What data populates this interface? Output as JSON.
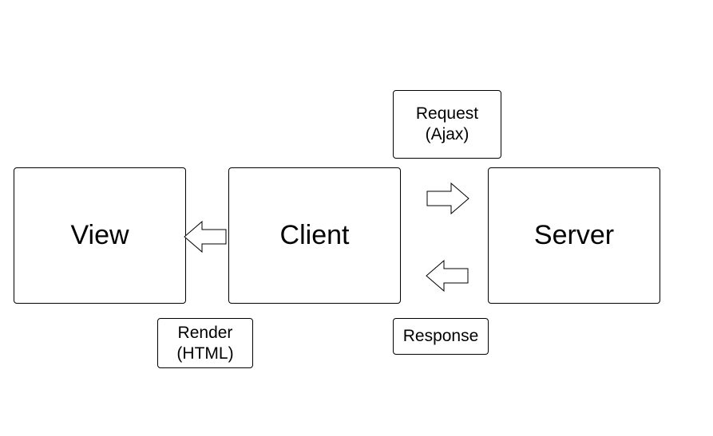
{
  "nodes": {
    "view": "View",
    "client": "Client",
    "server": "Server"
  },
  "labels": {
    "request": "Request\n(Ajax)",
    "render": "Render\n(HTML)",
    "response": "Response"
  },
  "colors": {
    "stroke": "#000000",
    "fill": "#ffffff"
  },
  "icons": {
    "render_arrow": "arrow-left-icon",
    "request_arrow": "arrow-right-icon",
    "response_arrow": "arrow-left-icon"
  }
}
